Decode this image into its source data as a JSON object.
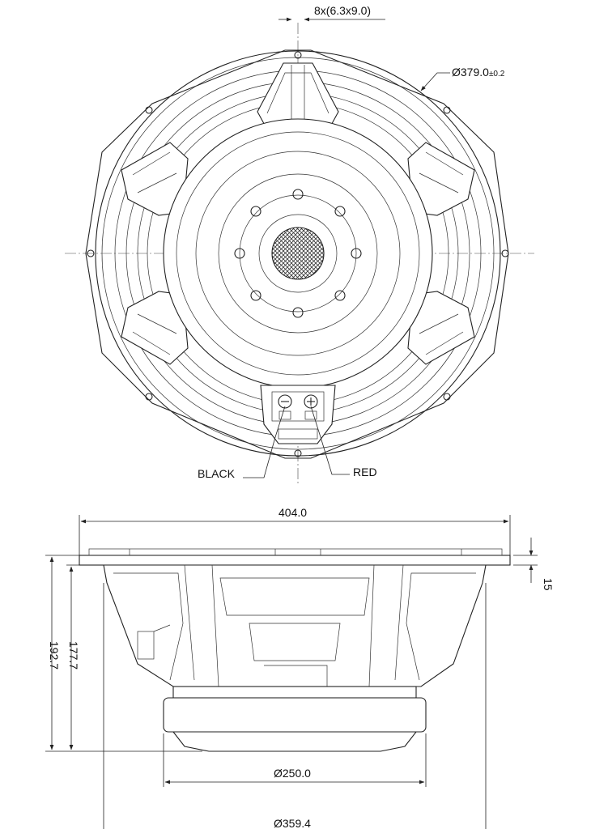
{
  "front_view": {
    "mount_holes_label": "8x(6.3x9.0)",
    "outer_diameter_label": "Ø379.0",
    "outer_diameter_tolerance": "±0.2",
    "black_terminal_label": "BLACK",
    "red_terminal_label": "RED"
  },
  "side_view": {
    "overall_width_label": "404.0",
    "flange_thickness_label": "15",
    "total_depth_label": "192.7",
    "depth_from_flange_label": "177.7",
    "magnet_diameter_label": "Ø250.0",
    "basket_diameter_label": "Ø359.4"
  },
  "colors": {
    "line": "#222222",
    "background": "#ffffff"
  }
}
